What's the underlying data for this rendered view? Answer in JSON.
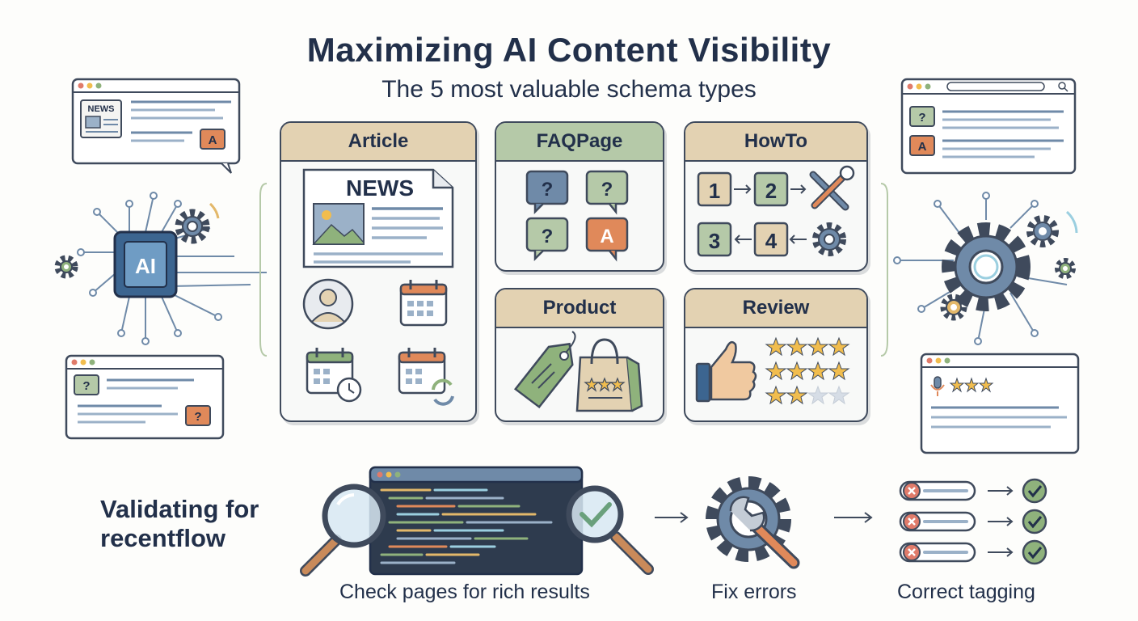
{
  "header": {
    "title": "Maximizing AI Content Visibility",
    "subtitle": "The  5 most valuable schema types"
  },
  "schema_cards": [
    {
      "label": "Article"
    },
    {
      "label": "FAQPage"
    },
    {
      "label": "HowTo"
    },
    {
      "label": "Product"
    },
    {
      "label": "Review"
    }
  ],
  "article": {
    "news_text": "NEWS"
  },
  "faq": {
    "q1": "?",
    "q2": "?",
    "q3": "?",
    "a": "A"
  },
  "howto": {
    "s1": "1",
    "s2": "2",
    "s3": "3",
    "s4": "4"
  },
  "left_panel": {
    "browser_top": {
      "news_text": "NEWS",
      "a_text": "A"
    },
    "ai_chip": "AI",
    "browser_bottom": {
      "q1": "?",
      "q2": "?"
    }
  },
  "right_panel": {
    "browser_top": {
      "q_text": "?",
      "a_text": "A"
    }
  },
  "bottom": {
    "title": "Validating for recentflow",
    "steps": [
      {
        "caption": "Check pages for rich results"
      },
      {
        "caption": "Fix errors"
      },
      {
        "caption": "Correct tagging"
      }
    ]
  },
  "colors": {
    "outline": "#3f4a5c",
    "tan": "#e3d2b2",
    "green": "#b5c9a8",
    "blue": "#6f8aa8",
    "orange": "#e0895a",
    "star": "#f1bd4e",
    "red_x": "#e07b6a"
  }
}
